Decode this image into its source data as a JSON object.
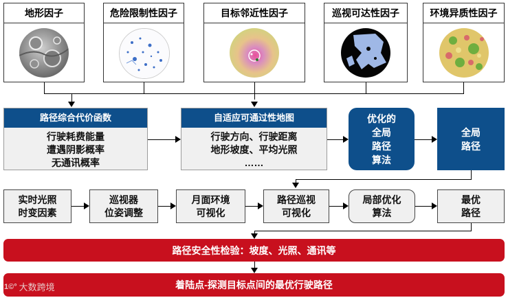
{
  "factors": [
    {
      "label": "地形因子",
      "icon": "terrain-map-icon"
    },
    {
      "label": "危险限制性因子",
      "icon": "hazard-map-icon"
    },
    {
      "label": "目标邻近性因子",
      "icon": "proximity-heatmap-icon"
    },
    {
      "label": "巡视可达性因子",
      "icon": "reachability-map-icon"
    },
    {
      "label": "环境异质性因子",
      "icon": "heterogeneity-map-icon"
    }
  ],
  "cost_panel": {
    "title": "路径综合代价函数",
    "lines": [
      "行驶耗费能量",
      "遭遇阴影概率",
      "无通讯概率"
    ]
  },
  "map_panel": {
    "title": "自适应可通过性地图",
    "lines": [
      "行驶方向、行驶距离",
      "地形坡度、平均光照",
      "……"
    ]
  },
  "optimized_global": [
    "优化的",
    "全局",
    "路径",
    "算法"
  ],
  "global_path": [
    "全局",
    "路径"
  ],
  "steps": [
    [
      "实时光照",
      "时变因素"
    ],
    [
      "巡视器",
      "位姿调整"
    ],
    [
      "月面环境",
      "可视化"
    ],
    [
      "路径巡视",
      "可视化"
    ],
    [
      "局部优化",
      "算法"
    ],
    [
      "最优",
      "路径"
    ]
  ],
  "safety_bar": "路径安全性检验：坡度、光照、通讯等",
  "result_bar": "着陆点-探测目标点间的最优行驶路径",
  "watermark": "大数跨境",
  "colors": {
    "navy": "#0e4f8b",
    "red": "#c8101e",
    "panel_gray": "#f0f0f0"
  }
}
